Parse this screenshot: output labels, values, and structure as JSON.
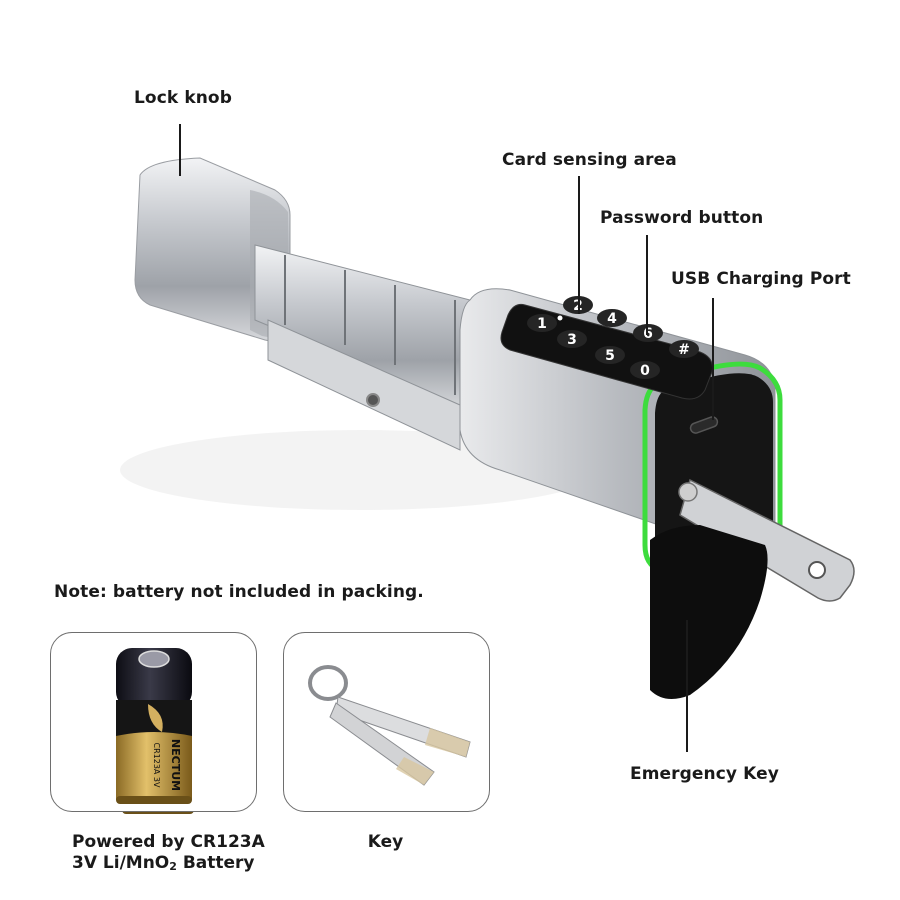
{
  "callouts": {
    "lock_knob": "Lock knob",
    "card_sensing_area": "Card sensing area",
    "password_button": "Password button",
    "usb_charging_port": "USB Charging Port",
    "emergency_key": "Emergency Key"
  },
  "keypad": {
    "keys": [
      "1",
      "2",
      "3",
      "4",
      "5",
      "6",
      "0",
      "#"
    ]
  },
  "note": "Note: battery not included in packing.",
  "accessories": {
    "battery": {
      "caption_line1": "Powered by CR123A",
      "caption_line2_prefix": "3V Li/MnO",
      "caption_line2_sub": "2",
      "caption_line2_suffix": " Battery",
      "brand": "NECTUM",
      "model": "CR123A 3V"
    },
    "key": {
      "caption": "Key"
    }
  },
  "colors": {
    "led_ring": "#3ddc3d",
    "body_silver": "#c9ccd0",
    "keypad_black": "#111111",
    "battery_gold": "#c9a34a"
  }
}
